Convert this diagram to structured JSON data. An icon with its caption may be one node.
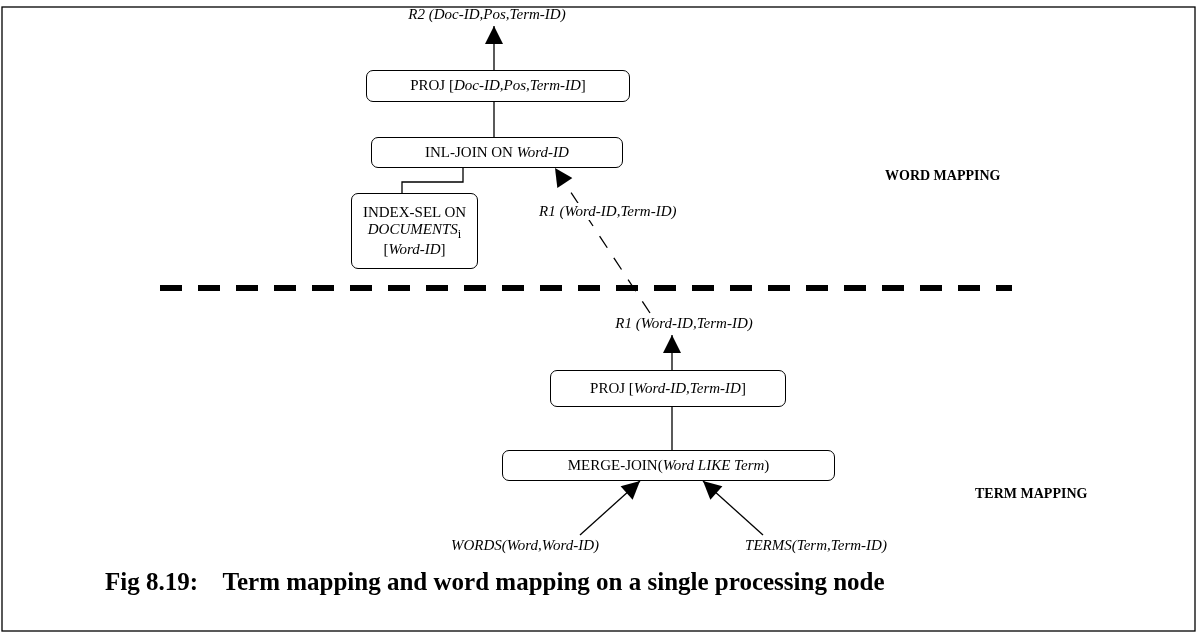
{
  "diagram": {
    "caption": "Fig 8.19:    Term mapping and word mapping on a single processing node",
    "nodes": [
      {
        "text": [
          "R2 (Doc-ID,Pos,Term-ID)"
        ]
      },
      {
        "text": [
          "PROJ [*Doc-ID,Pos,Term-ID*]"
        ]
      },
      {
        "text": [
          "INL-JOIN ON *Word-ID*"
        ]
      },
      {
        "text": [
          "INDEX-SEL ON *DOCUMENTS*$_{i}$ [*Word-ID*]"
        ]
      },
      {
        "text": [
          "R1 (Word-ID,Term-ID)"
        ]
      },
      {
        "text": [
          "PROJ [*Word-ID,Term-ID*]"
        ]
      },
      {
        "text": [
          "MERGE-JOIN(*Word LIKE Term*)"
        ]
      },
      {
        "text": [
          "WORDS(Word,Word-ID)"
        ]
      },
      {
        "text": [
          "TERMS(Term,Term-ID)"
        ]
      }
    ],
    "edges": [
      {
        "from": 1,
        "to": 0,
        "arrow": "to"
      },
      {
        "from": 2,
        "to": 1,
        "arrow": "none"
      },
      {
        "from": 3,
        "to": 2,
        "arrow": "none"
      },
      {
        "from": 4,
        "to": 2,
        "arrow": "to",
        "label": "R1 (Word-ID,Term-ID)",
        "style": "dashed"
      },
      {
        "from": 5,
        "to": 4,
        "arrow": "to"
      },
      {
        "from": 6,
        "to": 5,
        "arrow": "none"
      },
      {
        "from": 7,
        "to": 6,
        "arrow": "to"
      },
      {
        "from": 8,
        "to": 6,
        "arrow": "to"
      }
    ],
    "labels": [
      "WORD MAPPING",
      "TERM MAPPING"
    ]
  }
}
